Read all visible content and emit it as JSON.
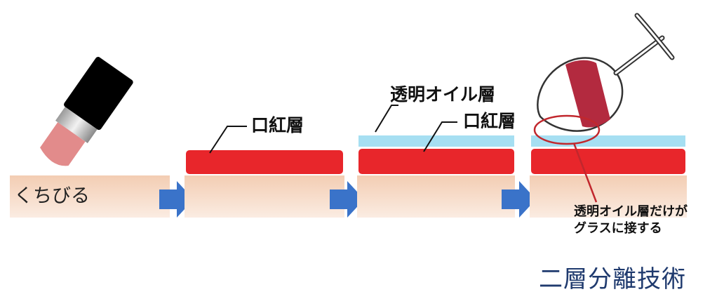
{
  "labels": {
    "lips": "くちびる",
    "lipstick_layer_1": "口紅層",
    "clear_oil_layer": "透明オイル層",
    "lipstick_layer_2": "口紅層",
    "note_line1": "透明オイル層だけが",
    "note_line2": "グラスに接する",
    "technology": "二層分離技術"
  },
  "colors": {
    "lip_skin": "#f6d9c5",
    "lipstick_red": "#e8262b",
    "oil_blue": "#a6dff2",
    "arrow_blue": "#3a73c9",
    "lipstick_case": "#000000",
    "lipstick_tip": "#e89292",
    "wine": "#b32a3f",
    "highlight_circle": "#c1272d",
    "tech_text": "#1f3a6e"
  },
  "icons": [
    "lipstick-icon",
    "arrow-right-icon",
    "wine-glass-icon"
  ]
}
